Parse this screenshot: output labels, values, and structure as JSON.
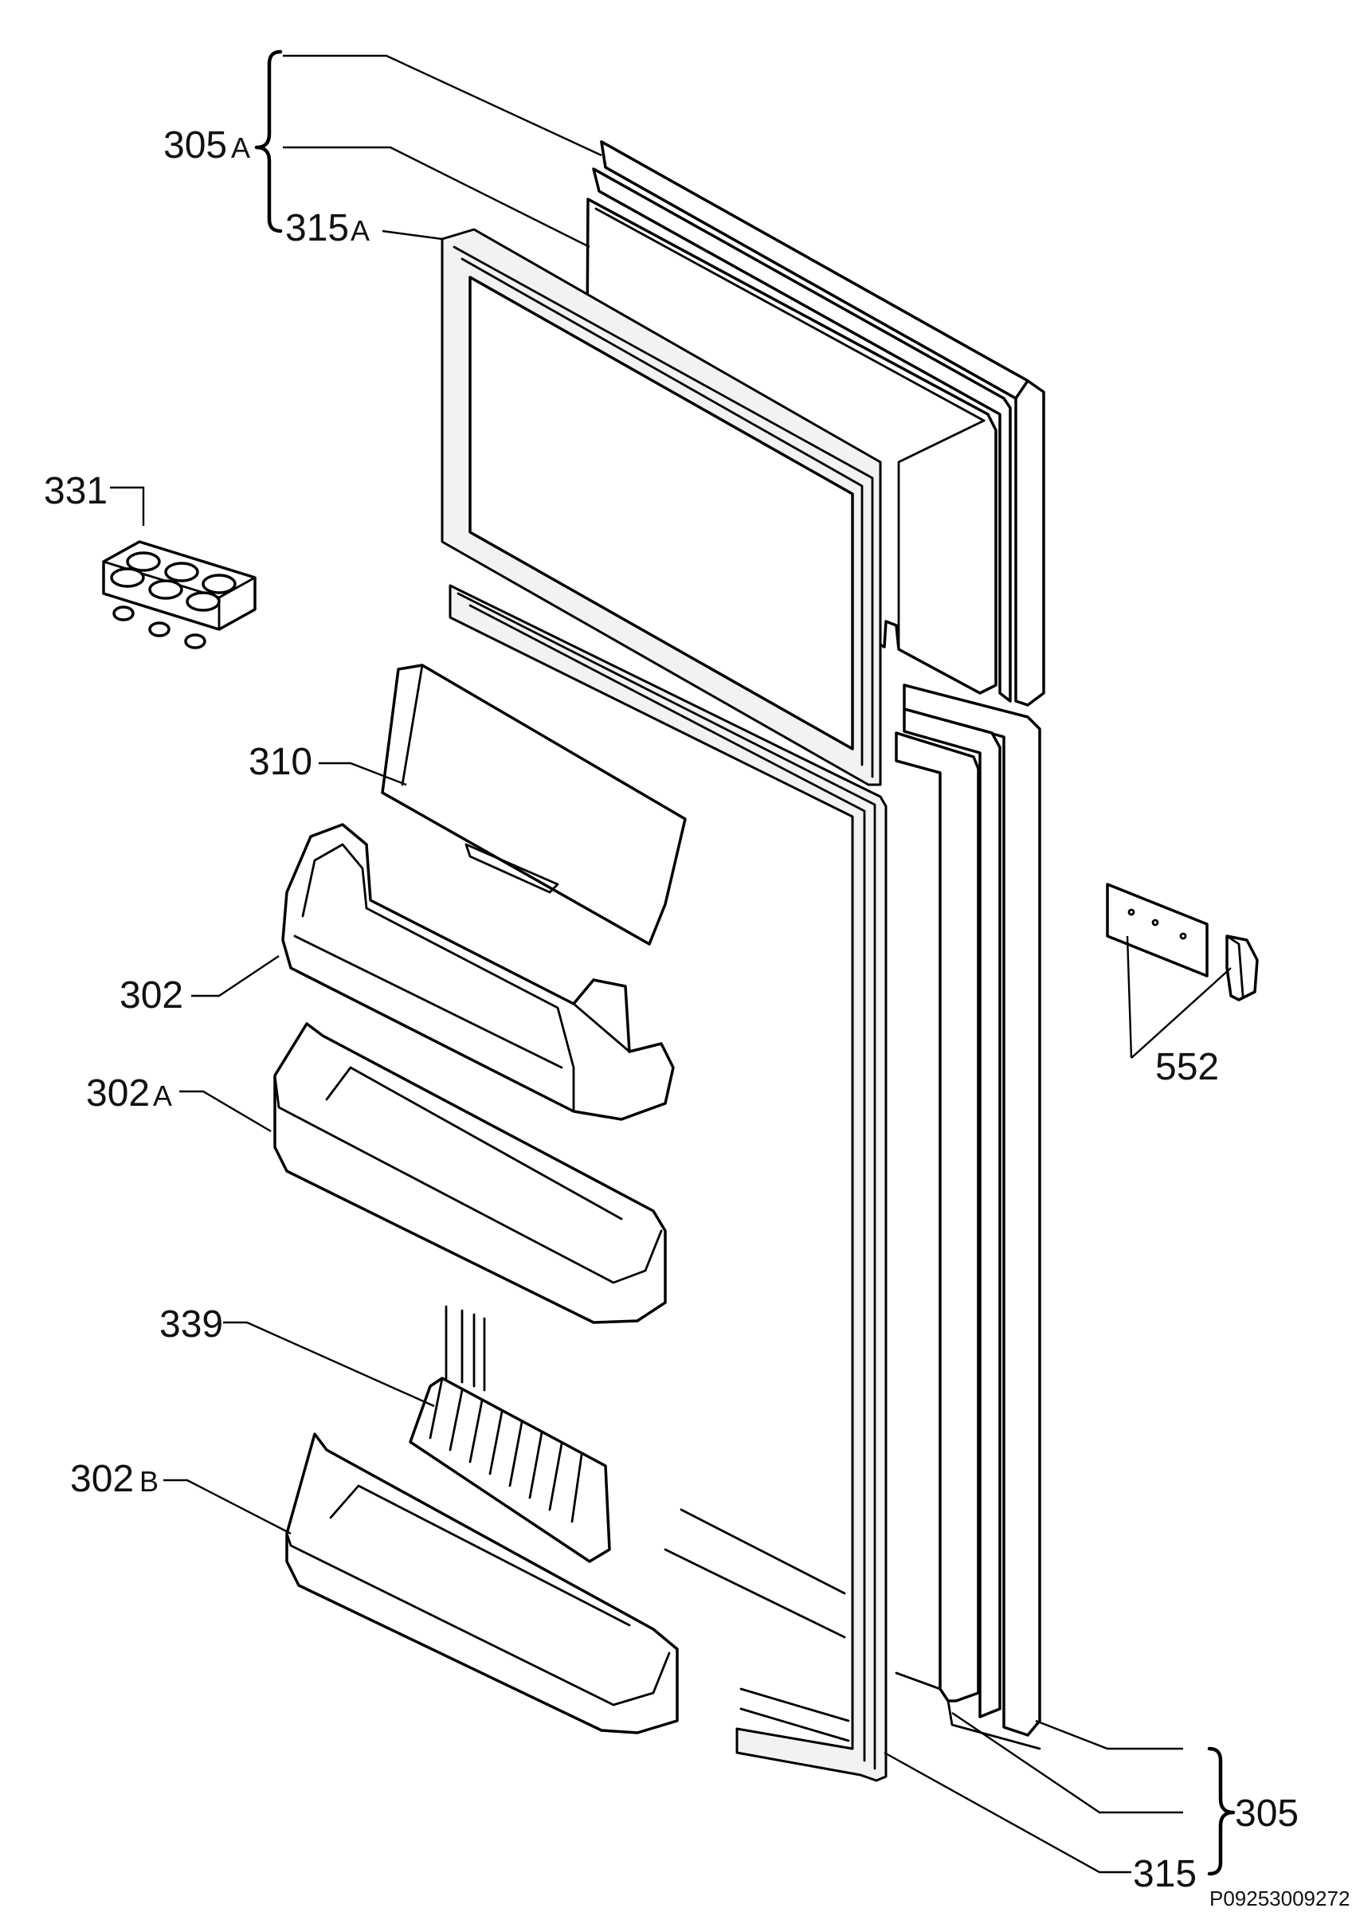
{
  "labels": {
    "p305A": {
      "main": "305",
      "suffix": "A"
    },
    "p315A": {
      "main": "315",
      "suffix": "A"
    },
    "p331": "331",
    "p310": "310",
    "p302": "302",
    "p302A": {
      "main": "302",
      "suffix": "A"
    },
    "p339": "339",
    "p302B": {
      "main": "302",
      "suffix": "B"
    },
    "p552": "552",
    "p305": "305",
    "p315": "315"
  },
  "document_id": "P09253009272"
}
